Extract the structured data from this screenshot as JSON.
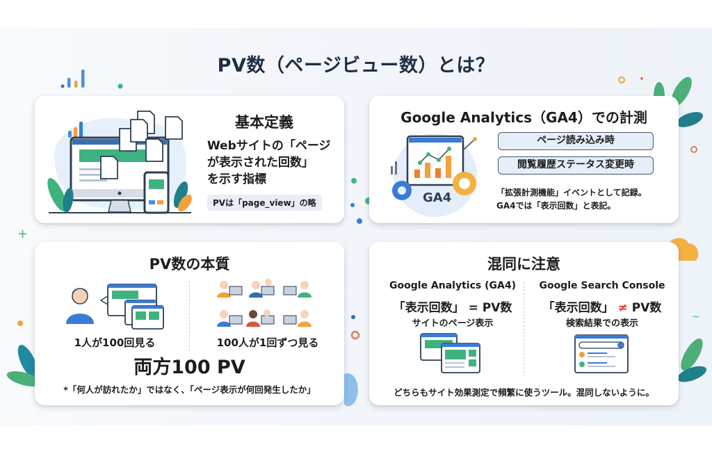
{
  "title": "PV数（ページビュー数）とは？",
  "colors": {
    "background": "#f2f5fa",
    "card": "#ffffff",
    "title": "#1f2f45",
    "green": "#3fb37f",
    "teal": "#1f7f8a",
    "blue": "#3a7bd5",
    "orange": "#f0a23b",
    "red_notequal": "#e53935",
    "pill_bg": "#e8eef8"
  },
  "basic_definition": {
    "heading": "基本定義",
    "lines": [
      "Webサイトの「ページ",
      "が表示された回数」",
      "を示す指標"
    ],
    "note": "PVは「page_view」の略",
    "illustration": "monitor-phone-pages-illustration"
  },
  "ga4_measurement": {
    "heading": "Google Analytics（GA4）での計測",
    "events": [
      "ページ読み込み時",
      "閲覧履歴ステータス変更時"
    ],
    "note_lines": [
      "「拡張計測機能」イベントとして記録。",
      "GA4では「表示回数」と表記。"
    ],
    "badge": "GA4",
    "illustration": "ga4-chart-gears-illustration"
  },
  "essence": {
    "heading": "PV数の本質",
    "left_caption": "1人が100回見る",
    "right_caption": "100人が1回ずつ見る",
    "result": "両方100 PV",
    "footnote": "*「何人が訪れたか」ではなく、「ページ表示が何回発生したか」"
  },
  "caution": {
    "heading": "混同に注意",
    "left": {
      "tool": "Google Analytics (GA4)",
      "equation_prefix": "「表示回数」",
      "operator": "=",
      "equation_suffix": "PV数",
      "description": "サイトのページ表示"
    },
    "right": {
      "tool": "Google Search Console",
      "equation_prefix": "「表示回数」",
      "operator": "≠",
      "equation_suffix": "PV数",
      "description": "検索結果での表示"
    },
    "footnote": "どちらもサイト効果測定で頻繁に使うツール。混同しないように。"
  }
}
